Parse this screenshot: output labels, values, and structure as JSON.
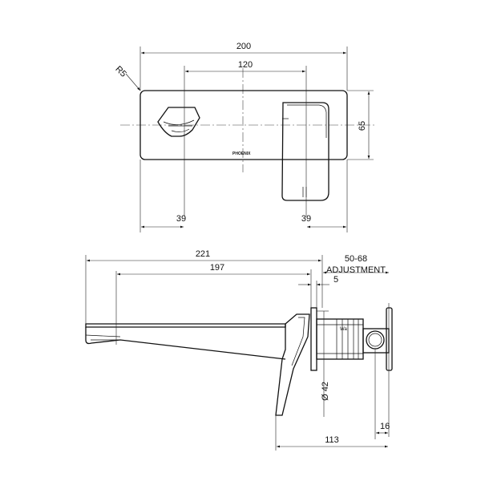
{
  "dimensions": {
    "plate_width": "200",
    "center_spacing": "120",
    "corner_radius": "R5",
    "plate_height": "65",
    "spout_offset": "39",
    "mixer_offset": "39",
    "projection_total": "221",
    "spout_projection": "197",
    "adjustment_range": "50-68",
    "adjustment_label": "ADJUSTMENT",
    "plate_thickness": "5",
    "body_diameter": "Ø 42",
    "depth_to_wall": "113",
    "rear_offset": "16"
  },
  "brand": {
    "logo_text": "PHOENIX"
  }
}
